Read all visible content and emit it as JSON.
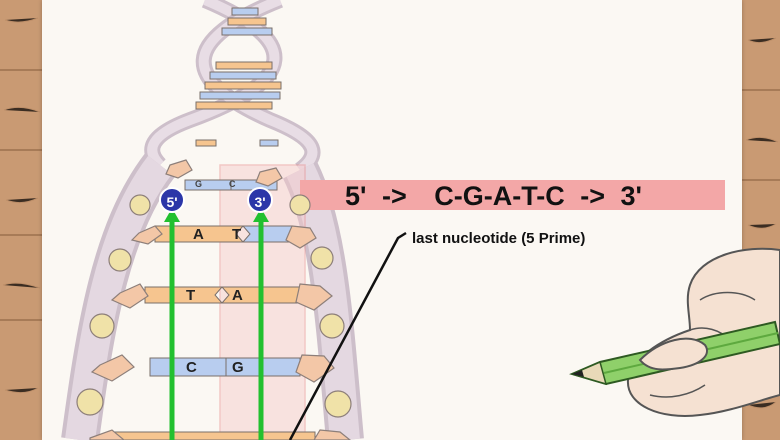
{
  "colors": {
    "paper": "#fbf8f3",
    "backbone": "#dccfd9",
    "phosphate": "#f0e2a8",
    "sugar": "#f3c7a7",
    "base_orange": "#f6c58f",
    "base_blue": "#b8cdef",
    "highlight": "#f3a7a7",
    "arrow_green": "#22c02f",
    "prime_circle": "#2b36a8",
    "hand_skin": "#f5e1d2",
    "pencil": "#8fd06a"
  },
  "sequence": {
    "five_prime": "5'",
    "arrow1": "->",
    "bases": "C-G-A-T-C",
    "arrow2": "->",
    "three_prime": "3'"
  },
  "annotation": "last nucleotide (5 Prime)",
  "markers": {
    "left": "5'",
    "right": "3'"
  },
  "base_pairs": [
    {
      "left": "G",
      "right": "C"
    },
    {
      "left": "A",
      "right": "T"
    },
    {
      "left": "T",
      "right": "A"
    },
    {
      "left": "C",
      "right": "G"
    }
  ],
  "icons": [
    "pencil-icon",
    "hand-icon",
    "arrow-up-icon"
  ]
}
